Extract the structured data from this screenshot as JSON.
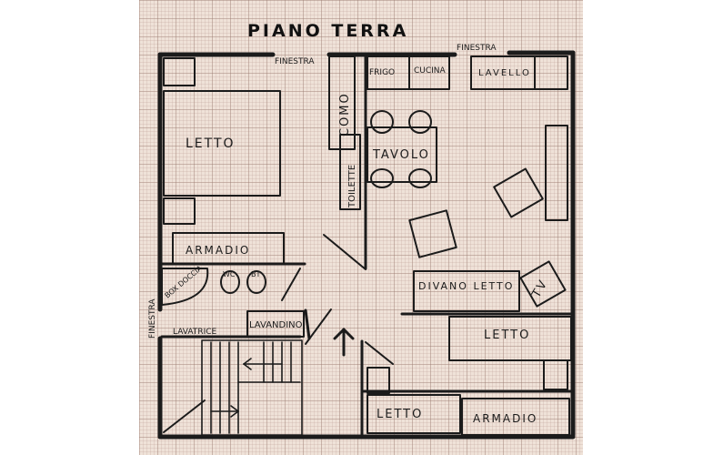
{
  "title": "PIANO TERRA",
  "labels": {
    "finestra_top_left": "FINESTRA",
    "finestra_top_right": "FINESTRA",
    "finestra_left": "FINESTRA",
    "frigo": "FRIGO",
    "cucina": "CUCINA",
    "lavello": "LAVELLO",
    "letto_master": "LETTO",
    "como": "COMO",
    "toilette": "TOILETTE",
    "tavolo": "TAVOLO",
    "armadio_top": "ARMADIO",
    "box_doccia": "BOX DOCCIA",
    "wc": "WC",
    "bt": "BT",
    "divano_letto": "DIVANO LETTO",
    "tv": "TV",
    "lavatrice": "LAVATRICE",
    "lavandino": "LAVANDINO",
    "letto_right": "LETTO",
    "letto_bottom": "LETTO",
    "armadio_bottom": "ARMADIO"
  },
  "colors": {
    "paper": "#efe2d8",
    "ink": "#1b1b1b"
  }
}
